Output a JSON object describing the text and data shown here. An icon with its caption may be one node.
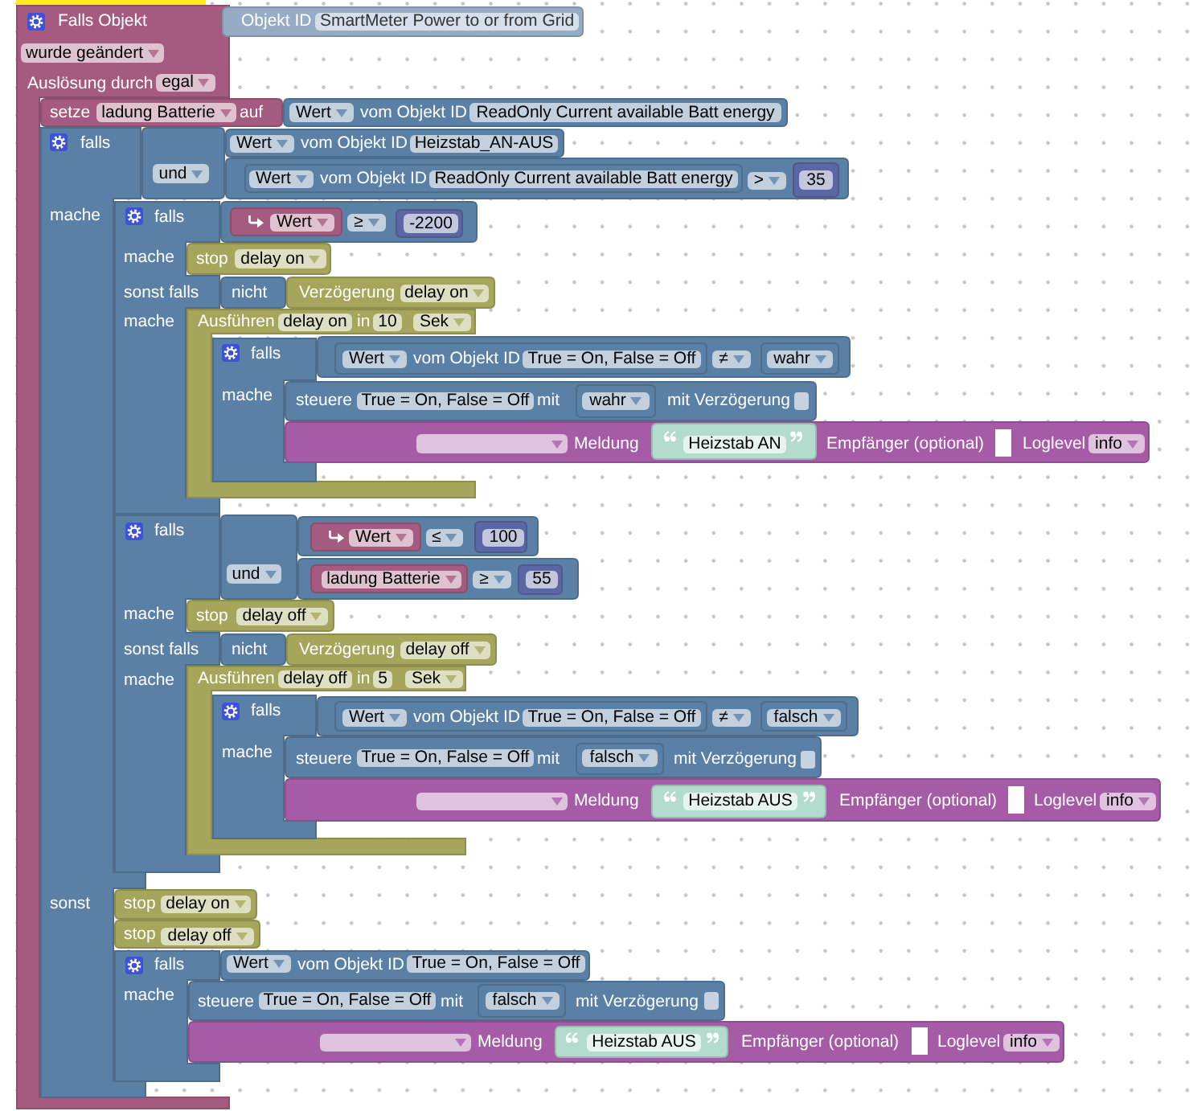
{
  "diagram": {
    "nodes": [
      {
        "text": [
          "Falls Objekt",
          "wurde geändert",
          "Auslösung durch",
          "egal"
        ]
      },
      {
        "text": [
          "Objekt ID",
          "SmartMeter Power to or from Grid"
        ]
      },
      {
        "text": [
          "setze",
          "ladung Batterie",
          "auf"
        ]
      },
      {
        "text": [
          "Wert",
          "vom Objekt ID",
          "ReadOnly Current available Batt energy"
        ]
      },
      {
        "text": [
          "falls",
          "mache",
          "sonst"
        ]
      },
      {
        "text": [
          "und"
        ]
      },
      {
        "text": [
          "Wert",
          "vom Objekt ID",
          "Heizstab_AN-AUS"
        ]
      },
      {
        "text": [
          ">"
        ]
      },
      {
        "text": [
          "Wert",
          "vom Objekt ID",
          "ReadOnly Current available Batt energy"
        ],
        "in": 7
      },
      {
        "text": [
          "35"
        ],
        "in": 7
      },
      {
        "text": [
          "falls",
          "mache",
          "sonst falls",
          "mache"
        ]
      },
      {
        "text": [
          "≥"
        ]
      },
      {
        "text": [
          "Wert"
        ],
        "in": 11
      },
      {
        "text": [
          "-2200"
        ],
        "in": 11
      },
      {
        "text": [
          "stop",
          "delay on"
        ]
      },
      {
        "text": [
          "nicht"
        ]
      },
      {
        "text": [
          "Verzögerung",
          "delay on"
        ]
      },
      {
        "text": [
          "Ausführen",
          "delay on",
          "in",
          "10",
          "Sek"
        ]
      },
      {
        "text": [
          "falls",
          "mache"
        ]
      },
      {
        "text": [
          "≠"
        ]
      },
      {
        "text": [
          "Wert",
          "vom Objekt ID",
          "True = On, False = Off"
        ],
        "in": 19
      },
      {
        "text": [
          "wahr"
        ],
        "in": 19
      },
      {
        "text": [
          "steuere",
          "True = On, False = Off",
          "mit",
          "mit Verzögerung"
        ]
      },
      {
        "text": [
          "wahr"
        ],
        "in": 22
      },
      {
        "text": [
          "Meldung",
          "Empfänger (optional)",
          "Loglevel",
          "info"
        ]
      },
      {
        "text": [
          "Heizstab AN"
        ],
        "in": 24
      },
      {
        "text": [
          "falls",
          "mache",
          "sonst falls",
          "mache"
        ]
      },
      {
        "text": [
          "und"
        ]
      },
      {
        "text": [
          "≤"
        ]
      },
      {
        "text": [
          "Wert"
        ],
        "in": 28
      },
      {
        "text": [
          "100"
        ],
        "in": 28
      },
      {
        "text": [
          "≥"
        ]
      },
      {
        "text": [
          "ladung Batterie"
        ],
        "in": 31
      },
      {
        "text": [
          "55"
        ],
        "in": 31
      },
      {
        "text": [
          "stop",
          "delay off"
        ]
      },
      {
        "text": [
          "nicht"
        ]
      },
      {
        "text": [
          "Verzögerung",
          "delay off"
        ]
      },
      {
        "text": [
          "Ausführen",
          "delay off",
          "in",
          "5",
          "Sek"
        ]
      },
      {
        "text": [
          "falls",
          "mache"
        ]
      },
      {
        "text": [
          "≠"
        ]
      },
      {
        "text": [
          "Wert",
          "vom Objekt ID",
          "True = On, False = Off"
        ],
        "in": 39
      },
      {
        "text": [
          "falsch"
        ],
        "in": 39
      },
      {
        "text": [
          "steuere",
          "True = On, False = Off",
          "mit",
          "mit Verzögerung"
        ]
      },
      {
        "text": [
          "falsch"
        ],
        "in": 42
      },
      {
        "text": [
          "Meldung",
          "Empfänger (optional)",
          "Loglevel",
          "info"
        ]
      },
      {
        "text": [
          "Heizstab AUS"
        ],
        "in": 44
      },
      {
        "text": [
          "stop",
          "delay on"
        ]
      },
      {
        "text": [
          "stop",
          "delay off"
        ]
      },
      {
        "text": [
          "falls",
          "mache"
        ]
      },
      {
        "text": [
          "Wert",
          "vom Objekt ID",
          "True = On, False = Off"
        ]
      },
      {
        "text": [
          "steuere",
          "True = On, False = Off",
          "mit",
          "mit Verzögerung"
        ]
      },
      {
        "text": [
          "falsch"
        ],
        "in": 50
      },
      {
        "text": [
          "Meldung",
          "Empfänger (optional)",
          "Loglevel",
          "info"
        ]
      },
      {
        "text": [
          "Heizstab AUS"
        ],
        "in": 52
      }
    ]
  }
}
